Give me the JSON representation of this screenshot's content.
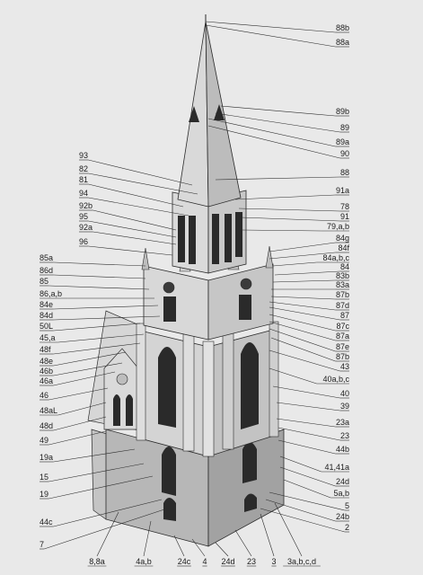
{
  "diagram": {
    "labels_right": [
      "88b",
      "88a",
      "89b",
      "89",
      "89a",
      "90",
      "88",
      "91a",
      "78",
      "91",
      "79,a,b",
      "84g",
      "84f",
      "84a,b,c",
      "84",
      "83b",
      "83a",
      "87b",
      "87d",
      "87",
      "87c",
      "87a",
      "87e",
      "87b",
      "43",
      "40a,b,c",
      "40",
      "39",
      "23a",
      "23",
      "44b",
      "41,41a",
      "24d",
      "5a,b",
      "5",
      "24b",
      "2"
    ],
    "labels_left": [
      "93",
      "82",
      "81",
      "94",
      "92b",
      "95",
      "92a",
      "96",
      "85a",
      "86d",
      "85",
      "86,a,b",
      "84e",
      "84d",
      "50L",
      "45,a",
      "48f",
      "48e",
      "46b",
      "46a",
      "46",
      "48aL",
      "48d",
      "49",
      "19a",
      "15",
      "19",
      "44c",
      "7"
    ],
    "labels_bottom": [
      "8,8a",
      "4a,b",
      "24c",
      "4",
      "24d",
      "23",
      "3",
      "3a,b,c,d"
    ],
    "colors": {
      "page": "#e9e9e9",
      "light": "#d2d2d2",
      "mid": "#a9a9a9",
      "dark": "#2a2a2a",
      "line": "#2b2b2b"
    }
  }
}
